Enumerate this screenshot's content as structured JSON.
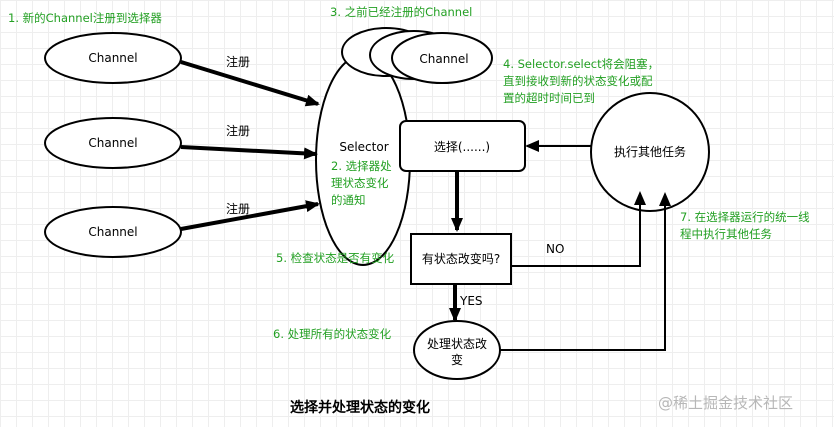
{
  "nodes": {
    "channel_1": "Channel",
    "channel_2": "Channel",
    "channel_3": "Channel",
    "registered_channel": "Channel",
    "selector": "Selector",
    "select_box": "选择(......)",
    "other_tasks": "执行其他任务",
    "state_changed_box": "有状态改变吗?",
    "handle_line1": "处理状态改",
    "handle_line2": "变"
  },
  "edges": {
    "register_1": "注册",
    "register_2": "注册",
    "register_3": "注册",
    "no": "NO",
    "yes": "YES"
  },
  "notes": {
    "step1": "1. 新的Channel注册到选择器",
    "step2_line1": "2. 选择器处",
    "step2_line2": "理状态变化",
    "step2_line3": "的通知",
    "step3": "3. 之前已经注册的Channel",
    "step4_line1": "4. Selector.select将会阻塞，",
    "step4_line2": "直到接收到新的状态变化或配",
    "step4_line3": "置的超时时间已到",
    "step5": "5. 检查状态是否有变化",
    "step6": "6. 处理所有的状态变化",
    "step7_line1": "7. 在选择器运行的统一线",
    "step7_line2": "程中执行其他任务"
  },
  "caption": "选择并处理状态的变化",
  "watermark": "@稀土掘金技术社区",
  "colors": {
    "note": "#23a023",
    "stroke": "#000000"
  }
}
